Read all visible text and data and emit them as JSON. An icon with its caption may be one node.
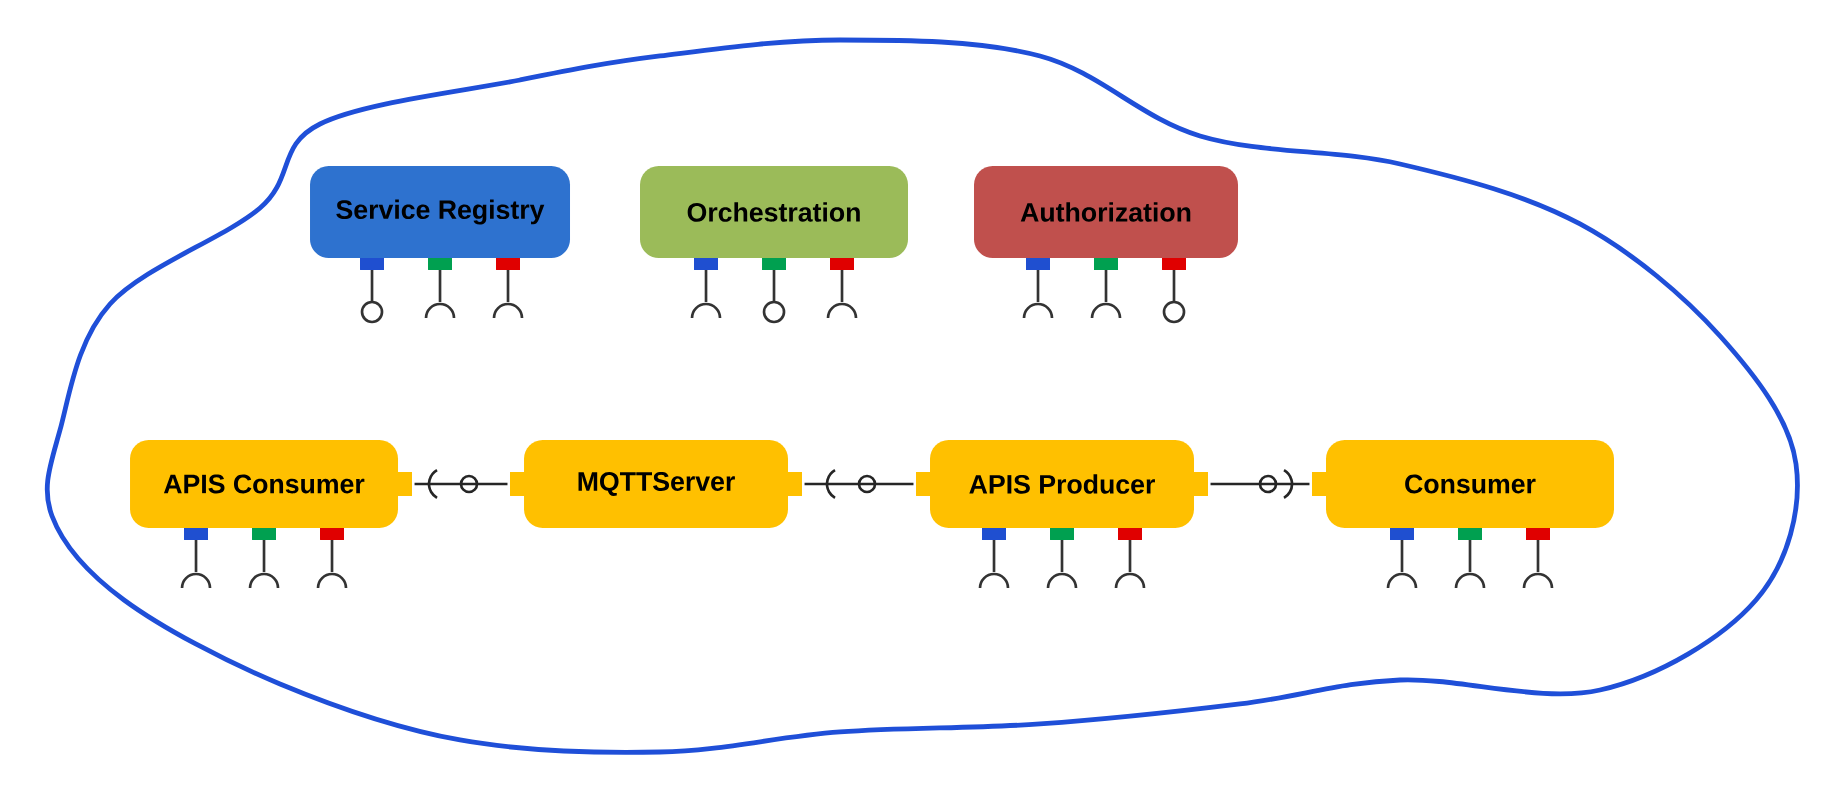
{
  "diagram": {
    "nodes": [
      {
        "text": [
          "Service Registry"
        ]
      },
      {
        "text": [
          "Orchestration"
        ]
      },
      {
        "text": [
          "Authorization"
        ]
      },
      {
        "text": [
          "APIS Consumer"
        ]
      },
      {
        "text": [
          "MQTTServer"
        ]
      },
      {
        "text": [
          "APIS Producer"
        ]
      },
      {
        "text": [
          "Consumer"
        ]
      }
    ],
    "edges": [
      {
        "from": 3,
        "to": 4,
        "arrow": "none"
      },
      {
        "from": 4,
        "to": 5,
        "arrow": "none"
      },
      {
        "from": 5,
        "to": 6,
        "arrow": "none"
      }
    ]
  }
}
